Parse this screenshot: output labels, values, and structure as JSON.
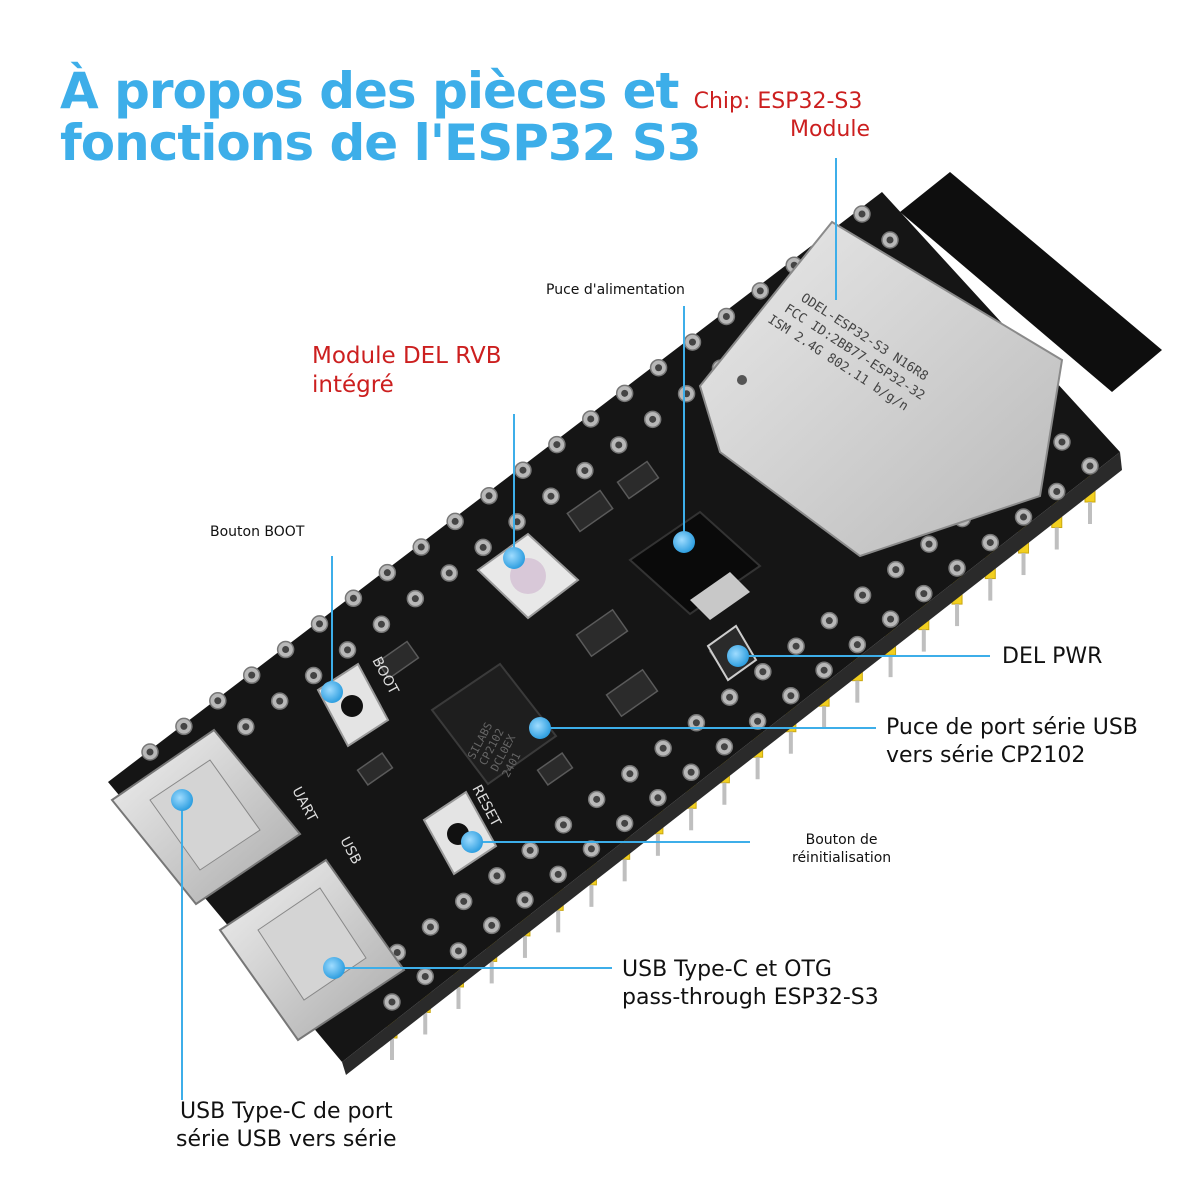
{
  "title": {
    "line1": "À propos des pièces et",
    "line2": "fonctions de l'ESP32 S3"
  },
  "callouts": {
    "chip_line1": "Chip: ESP32-S3",
    "chip_line2": "Module",
    "power_chip": "Puce d'alimentation",
    "rgb_line1": "Module DEL RVB",
    "rgb_line2": "intégré",
    "boot": "Bouton BOOT",
    "pwr_led": "DEL PWR",
    "usb_serial_line1": "Puce de port série USB",
    "usb_serial_line2": "vers série CP2102",
    "reset_line1": "Bouton de",
    "reset_line2": "réinitialisation",
    "otg_line1": "USB Type-C et OTG",
    "otg_line2": "pass-through ESP32-S3",
    "uart_line1": "USB Type-C de port",
    "uart_line2": "série USB vers série"
  },
  "board": {
    "silk_boot": "BOOT",
    "silk_reset": "RESET",
    "silk_uart": "UART",
    "silk_usb": "USB",
    "module_line1": "ODEL-ESP32-S3  N16R8",
    "module_line2": "FCC ID:2BB77-ESP32-32",
    "module_line3": "ISM 2.4G 802.11 b/g/n",
    "cp_line1": "SILABS",
    "cp_line2": "CP2102",
    "cp_line3": "DCL0EX",
    "cp_line4": "2401"
  },
  "colors": {
    "title_blue": "#3daee9",
    "callout_red": "#cc1f1f",
    "leader_blue": "#3daee9",
    "pcb": "#151515",
    "pin_yellow": "#f2cf1f"
  }
}
